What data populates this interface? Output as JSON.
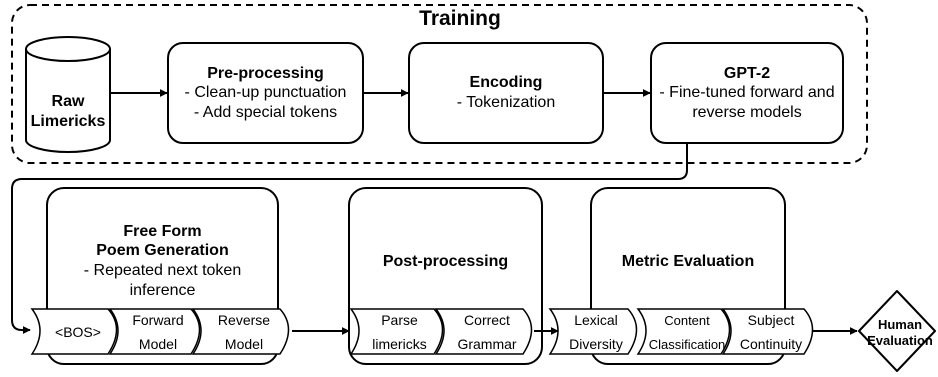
{
  "training": {
    "title": "Training",
    "raw": {
      "line1": "Raw",
      "line2": "Limericks"
    },
    "preprocessing": {
      "title": "Pre-processing",
      "lines": [
        "- Clean-up punctuation",
        "- Add special tokens"
      ]
    },
    "encoding": {
      "title": "Encoding",
      "lines": [
        "- Tokenization"
      ]
    },
    "gpt2": {
      "title": "GPT-2",
      "lines": [
        "- Fine-tuned forward and",
        "reverse models"
      ]
    }
  },
  "generation": {
    "title_line1": "Free Form",
    "title_line2": "Poem Generation",
    "lines": [
      "- Repeated next token",
      "inference"
    ],
    "tabs": [
      {
        "top": "<BOS>",
        "bottom": ""
      },
      {
        "top": "Forward",
        "bottom": "Model"
      },
      {
        "top": "Reverse",
        "bottom": "Model"
      }
    ]
  },
  "postprocessing": {
    "title": "Post-processing",
    "tabs": [
      {
        "top": "Parse",
        "bottom": "limericks"
      },
      {
        "top": "Correct",
        "bottom": "Grammar"
      }
    ]
  },
  "metric": {
    "title": "Metric Evaluation",
    "tabs": [
      {
        "top": "Lexical",
        "bottom": "Diversity"
      },
      {
        "top": "Content",
        "bottom": "Classification"
      },
      {
        "top": "Subject",
        "bottom": "Continuity"
      }
    ]
  },
  "human": {
    "line1": "Human",
    "line2": "Evaluation"
  }
}
